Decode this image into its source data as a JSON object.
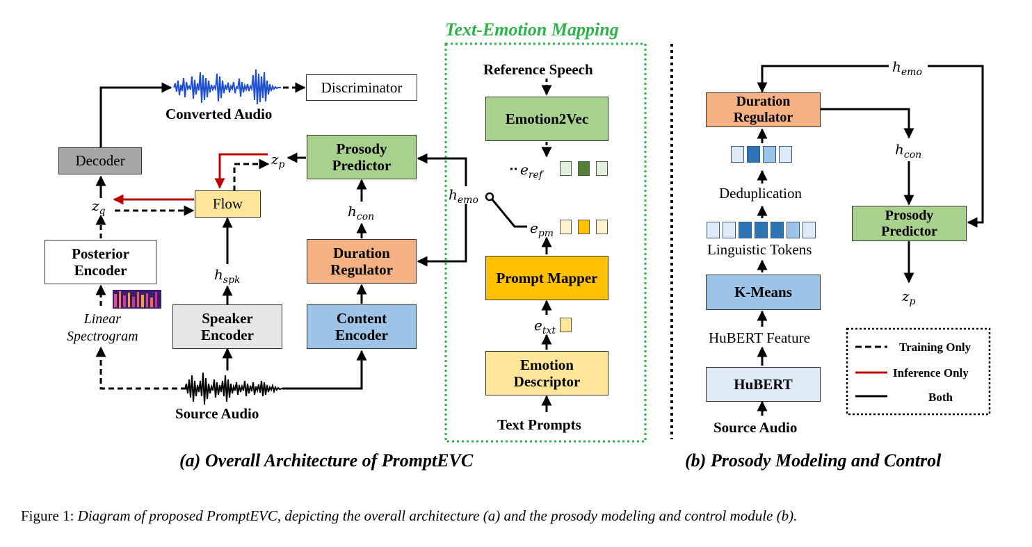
{
  "colors": {
    "green": "#a9d18e",
    "orange": "#f4b183",
    "blue": "#9dc3e6",
    "yellow": "#ffe699",
    "gold": "#ffc000",
    "gray": "#a6a6a6",
    "lightgray": "#e7e6e6",
    "lightblue": "#deebf7",
    "dark_green_accent": "#2eb24a",
    "inference_red": "#c00000",
    "waveform_blue": "#1f4fd1"
  },
  "panel_a": {
    "title": "(a) Overall Architecture of PromptEVC",
    "converted_audio": "Converted Audio",
    "discriminator": "Discriminator",
    "decoder": "Decoder",
    "flow": "Flow",
    "posterior_encoder": "Posterior\nEncoder",
    "linear_spectrogram": "Linear\nSpectrogram",
    "speaker_encoder": "Speaker\nEncoder",
    "content_encoder": "Content\nEncoder",
    "duration_regulator": "Duration\nRegulator",
    "prosody_predictor": "Prosody\nPredictor",
    "source_audio": "Source Audio",
    "sym_zp": "z",
    "sym_zp_sub": "p",
    "sym_zq": "z",
    "sym_zq_sub": "q",
    "sym_hspk": "h",
    "sym_hspk_sub": "spk",
    "sym_hcon": "h",
    "sym_hcon_sub": "con",
    "sym_hemo": "h",
    "sym_hemo_sub": "emo"
  },
  "text_emotion_mapping": {
    "title": "Text-Emotion Mapping",
    "reference_speech": "Reference Speech",
    "emotion2vec": "Emotion2Vec",
    "prompt_mapper": "Prompt Mapper",
    "emotion_descriptor": "Emotion\nDescriptor",
    "text_prompts": "Text Prompts",
    "sym_eref": "e",
    "sym_eref_sub": "ref",
    "sym_epm": "e",
    "sym_epm_sub": "pm",
    "sym_etxt": "e",
    "sym_etxt_sub": "txt"
  },
  "panel_b": {
    "title": "(b) Prosody Modeling and Control",
    "duration_regulator": "Duration\nRegulator",
    "deduplication": "Deduplication",
    "linguistic_tokens": "Linguistic Tokens",
    "kmeans": "K-Means",
    "hubert_feature": "HuBERT Feature",
    "hubert": "HuBERT",
    "source_audio": "Source Audio",
    "prosody_predictor": "Prosody\nPredictor",
    "sym_hemo": "h",
    "sym_hemo_sub": "emo",
    "sym_hcon": "h",
    "sym_hcon_sub": "con",
    "sym_zp": "z",
    "sym_zp_sub": "p"
  },
  "legend": {
    "training_only": "Training Only",
    "inference_only": "Inference Only",
    "both": "Both"
  },
  "caption": {
    "prefix": "Figure 1: ",
    "text": "Diagram of proposed PromptEVC, depicting the overall architecture (a) and the prosody modeling and control module (b)."
  }
}
